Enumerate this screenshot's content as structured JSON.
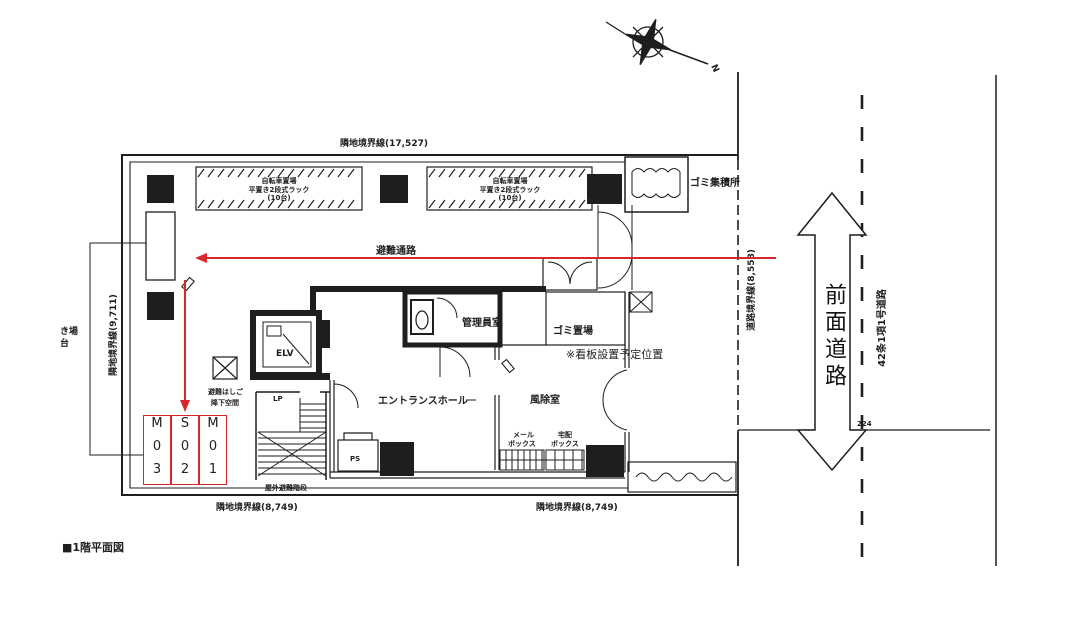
{
  "drawing_title": "■1階平面図",
  "compass": {
    "north": "N"
  },
  "boundaries": {
    "top": "隣地境界線(17,527)",
    "left": "隣地境界線(9,711)",
    "bottom_left": "隣地境界線(8,749)",
    "bottom_right": "隣地境界線(8,749)",
    "road": "道路境界線(8,558)"
  },
  "rooms": {
    "bike_parking_1": [
      "自転車置場",
      "平置き2段式ラック",
      "(10台)"
    ],
    "bike_parking_2": [
      "自転車置場",
      "平置き2段式ラック",
      "(10台)"
    ],
    "garbage_collection": "ゴミ集積所",
    "evacuation_path": "避難通路",
    "manager_room": "管理員室",
    "garbage_room": "ゴミ置場",
    "elevator": "ELV",
    "escape_ladder": [
      "避難はしご",
      "降下空間"
    ],
    "lp": "LP",
    "entrance_hall": "エントランスホール",
    "windbreak_room": "風除室",
    "mail_box": [
      "メール",
      "ボックス"
    ],
    "delivery_box": [
      "宅配",
      "ボックス"
    ],
    "pipe_space": "PS",
    "outdoor_stairs": "屋外避難階段",
    "left_edge_partial": [
      "き場",
      "台"
    ]
  },
  "annotations": {
    "signboard_note": "※看板設置予定位置",
    "sign_positions": [
      "M03",
      "S02",
      "M01"
    ]
  },
  "road": {
    "front_road": "前面道路",
    "road_class": "42条1項1号道路",
    "dimension": "224"
  },
  "colors": {
    "annotation_red": "#d8262a",
    "line": "#1e1e1e"
  }
}
